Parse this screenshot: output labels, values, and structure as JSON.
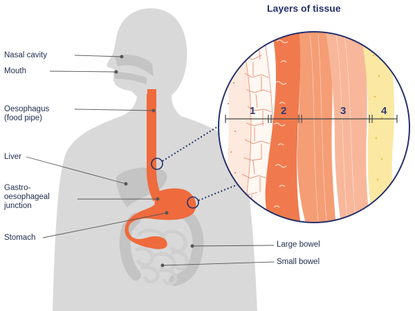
{
  "title": "Layers of tissue",
  "labels": {
    "nasal_cavity": "Nasal cavity",
    "mouth": "Mouth",
    "oesophagus_line1": "Oesophagus",
    "oesophagus_line2": "(food pipe)",
    "liver": "Liver",
    "gej_line1": "Gastro-",
    "gej_line2": "oesophageal",
    "gej_line3": "junction",
    "stomach": "Stomach",
    "large_bowel": "Large bowel",
    "small_bowel": "Small bowel"
  },
  "layers": [
    "1",
    "2",
    "3",
    "4"
  ],
  "colors": {
    "body": "#d9d9d9",
    "organ_grey": "#c4c4c4",
    "oesophagus": "#ef6a3c",
    "layer1": "#fde9dd",
    "layer2": "#f07a4d",
    "layer3": "#f8a987",
    "layer4": "#fbe8a2",
    "navy": "#2d3a78",
    "line": "#555555"
  }
}
